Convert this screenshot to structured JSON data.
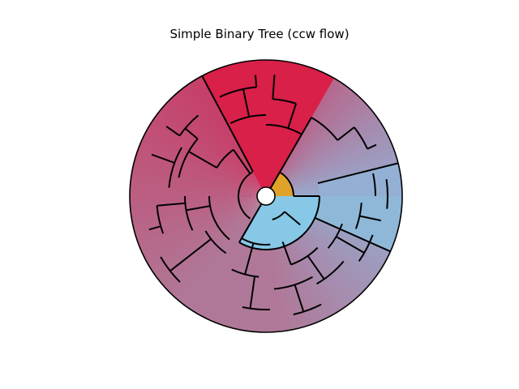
{
  "title": "Simple Binary Tree (ccw flow)",
  "colors": {
    "red": "#dc1e44",
    "blue": "#87ceeb",
    "mid": "#b07898",
    "orange": "#e0a22a",
    "stroke": "#000000",
    "hub": "#ffffff"
  },
  "wedges": [
    {
      "name": "root-orange",
      "a0": 0,
      "a1": 60,
      "color": "#e0a22a"
    },
    {
      "name": "blue-clade",
      "a0": 0,
      "a1": -120,
      "color": "#87ceeb"
    },
    {
      "name": "red-clade",
      "a0": 60,
      "a1": 117,
      "color": "#dc1e44"
    }
  ]
}
